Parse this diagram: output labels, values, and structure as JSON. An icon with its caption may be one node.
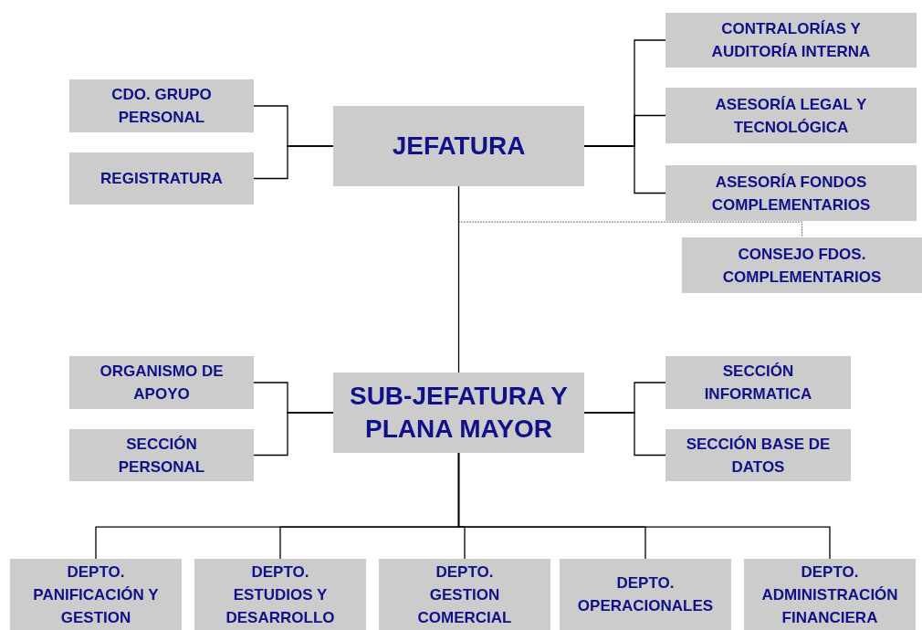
{
  "diagram": {
    "nodes": [
      {
        "text": [
          "JEFATURA"
        ]
      },
      {
        "text": [
          "CDO. GRUPO PERSONAL"
        ]
      },
      {
        "text": [
          "REGISTRATURA"
        ]
      },
      {
        "text": [
          "CONTRALORÍAS Y AUDITORÍA INTERNA"
        ]
      },
      {
        "text": [
          "ASESORÍA LEGAL Y TECNOLÓGICA"
        ]
      },
      {
        "text": [
          "ASESORÍA FONDOS COMPLEMENTARIOS"
        ]
      },
      {
        "text": [
          "CONSEJO FDOS. COMPLEMENTARIOS"
        ]
      },
      {
        "text": [
          "SUB-JEFATURA Y PLANA MAYOR"
        ]
      },
      {
        "text": [
          "ORGANISMO DE APOYO"
        ]
      },
      {
        "text": [
          "SECCIÓN PERSONAL"
        ]
      },
      {
        "text": [
          "SECCIÓN INFORMATICA"
        ]
      },
      {
        "text": [
          "SECCIÓN BASE DE DATOS"
        ]
      },
      {
        "text": [
          "DEPTO. PANIFICACIÓN Y GESTION"
        ]
      },
      {
        "text": [
          "DEPTO. ESTUDIOS Y DESARROLLO"
        ]
      },
      {
        "text": [
          "DEPTO. GESTION COMERCIAL"
        ]
      },
      {
        "text": [
          "DEPTO. OPERACIONALES"
        ]
      },
      {
        "text": [
          "DEPTO. ADMINISTRACIÓN FINANCIERA"
        ]
      }
    ],
    "edges": [
      {
        "from": 0,
        "to": 1,
        "arrow": "none"
      },
      {
        "from": 0,
        "to": 2,
        "arrow": "none"
      },
      {
        "from": 0,
        "to": 3,
        "arrow": "none"
      },
      {
        "from": 0,
        "to": 4,
        "arrow": "none"
      },
      {
        "from": 0,
        "to": 5,
        "arrow": "none"
      },
      {
        "from": 0,
        "to": 6,
        "arrow": "none",
        "style": "dashed",
        "color": "#666666"
      },
      {
        "from": 0,
        "to": 7,
        "arrow": "none"
      },
      {
        "from": 7,
        "to": 8,
        "arrow": "none"
      },
      {
        "from": 7,
        "to": 9,
        "arrow": "none"
      },
      {
        "from": 7,
        "to": 10,
        "arrow": "none"
      },
      {
        "from": 7,
        "to": 11,
        "arrow": "none"
      },
      {
        "from": 7,
        "to": 12,
        "arrow": "none"
      },
      {
        "from": 7,
        "to": 13,
        "arrow": "none"
      },
      {
        "from": 7,
        "to": 14,
        "arrow": "none"
      },
      {
        "from": 7,
        "to": 15,
        "arrow": "none"
      },
      {
        "from": 7,
        "to": 16,
        "arrow": "none"
      }
    ]
  }
}
